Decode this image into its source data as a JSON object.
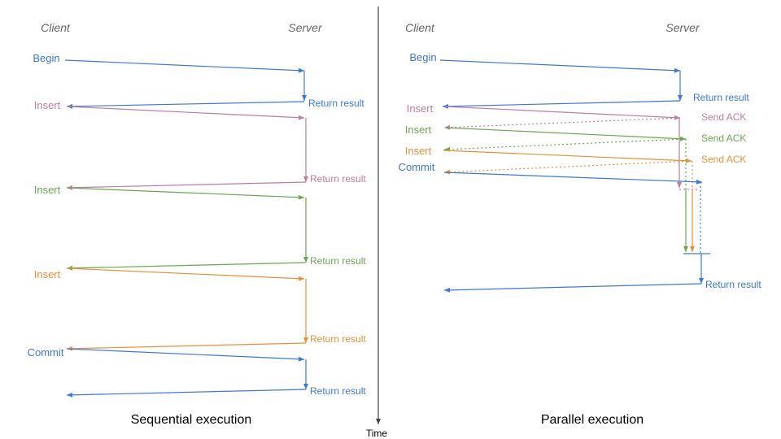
{
  "colors": {
    "blue": "#3c78d8",
    "pink": "#c27ba0",
    "green": "#6aa84f",
    "orange": "#e69138",
    "axis": "#444444",
    "header": "#666666"
  },
  "left": {
    "client_header": "Client",
    "server_header": "Server",
    "caption": "Sequential execution",
    "requests": [
      "Begin",
      "Insert",
      "Insert",
      "Insert",
      "Commit"
    ],
    "responses": [
      "Return result",
      "Return result",
      "Return result",
      "Return result",
      "Return result"
    ]
  },
  "right": {
    "client_header": "Client",
    "server_header": "Server",
    "caption": "Parallel execution",
    "requests": [
      "Begin",
      "Insert",
      "Insert",
      "Insert",
      "Commit"
    ],
    "responses": [
      "Return result",
      "Send ACK",
      "Send ACK",
      "Send ACK",
      "Return result"
    ]
  },
  "time_label": "Time"
}
